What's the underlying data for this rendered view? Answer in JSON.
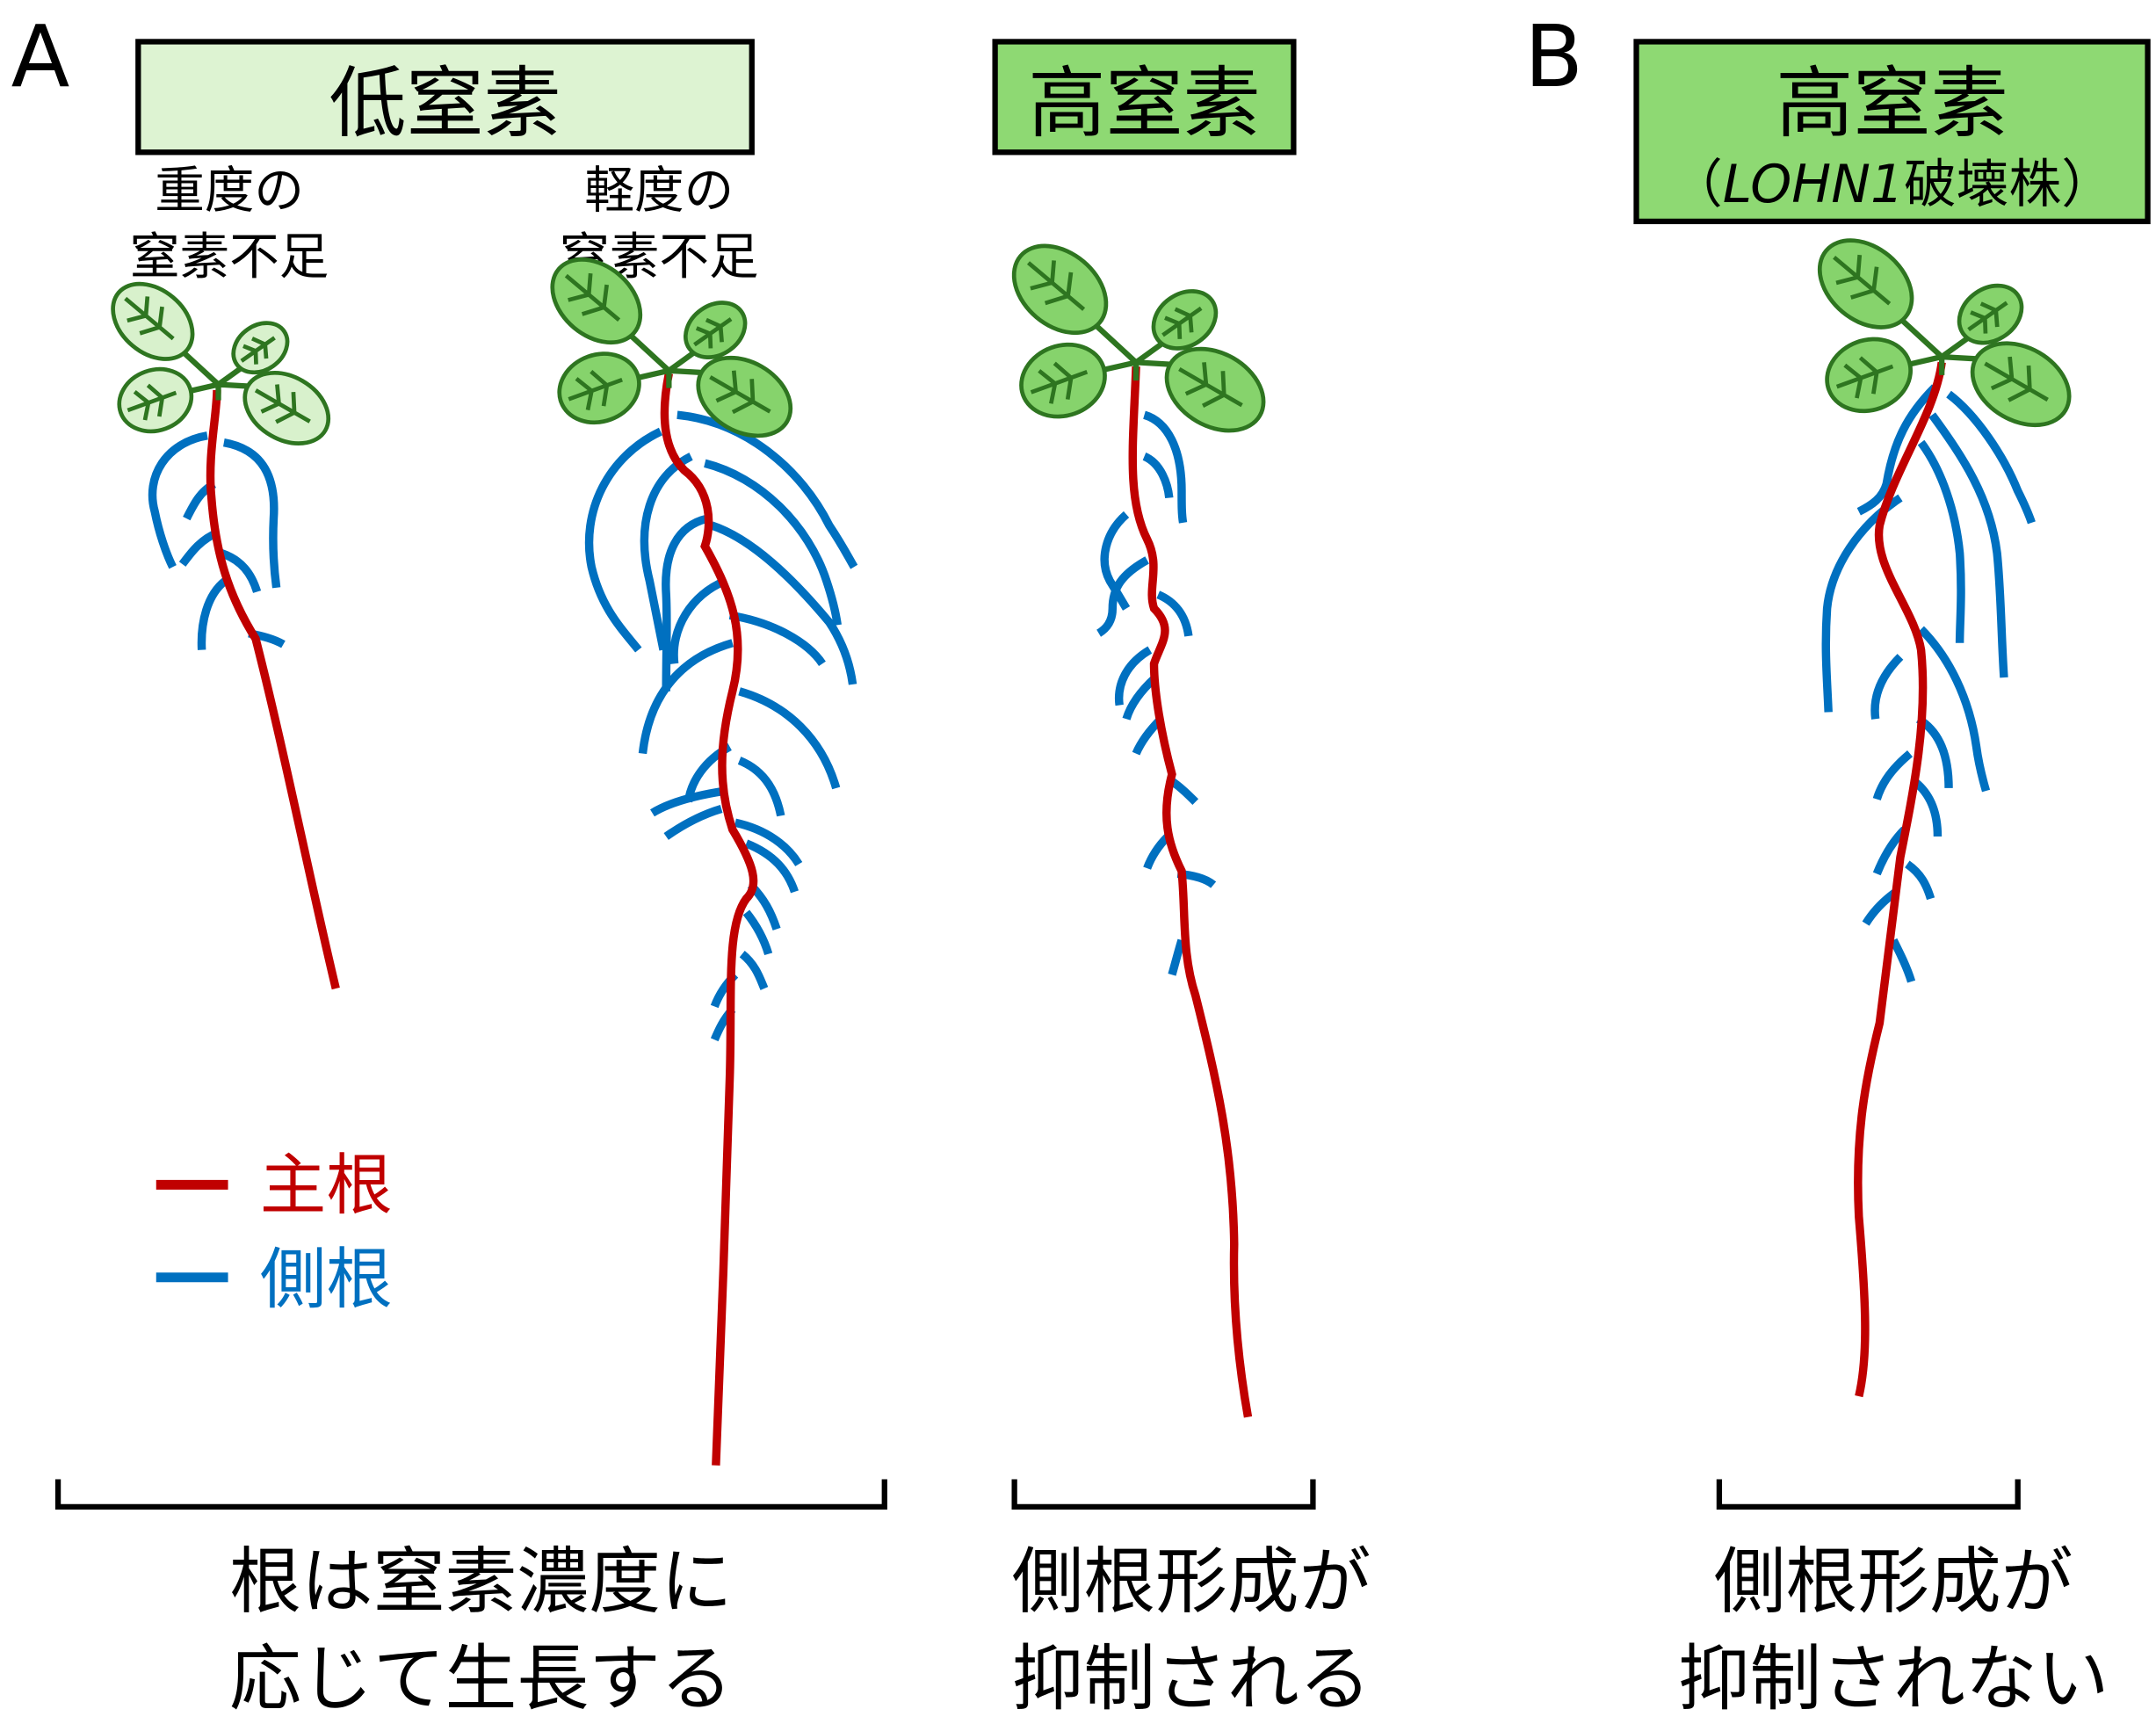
{
  "colors": {
    "primary_root": "#C00000",
    "lateral_root": "#0070C0",
    "low_n_box": "#DDF3D2",
    "high_n_box": "#8ED973",
    "leaf_dark": "#2E7520",
    "leaf_fill_pale": "#D8F1CC",
    "leaf_fill": "#86D36C"
  },
  "panel_a": {
    "label": "A",
    "low_nitrogen": {
      "title": "低窒素",
      "conditions": [
        {
          "line1": "重度の",
          "line2": "窒素不足"
        },
        {
          "line1": "軽度の",
          "line2": "窒素不足"
        }
      ],
      "caption_line1": "根は窒素濃度に",
      "caption_line2": "応じて生長する"
    },
    "high_nitrogen": {
      "title": "高窒素",
      "caption_line1": "側根形成が",
      "caption_line2": "抑制される"
    },
    "legend": {
      "primary_root": "主根",
      "lateral_root": "側根"
    }
  },
  "panel_b": {
    "label": "B",
    "title": "高窒素",
    "subtitle_open": "（",
    "subtitle_gene": "LOHN1",
    "subtitle_rest": "破壊株",
    "subtitle_close": "）",
    "caption_line1": "側根形成が",
    "caption_line2": "抑制されない"
  }
}
